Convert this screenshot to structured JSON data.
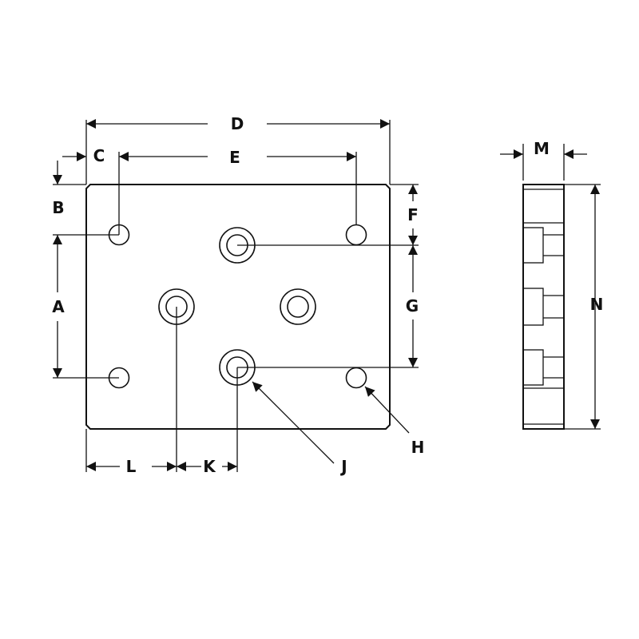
{
  "labels": {
    "A": "A",
    "B": "B",
    "C": "C",
    "D": "D",
    "E": "E",
    "F": "F",
    "G": "G",
    "H": "H",
    "J": "J",
    "K": "K",
    "L": "L",
    "M": "M",
    "N": "N"
  },
  "colors": {
    "line": "#111111",
    "background": "#ffffff"
  }
}
